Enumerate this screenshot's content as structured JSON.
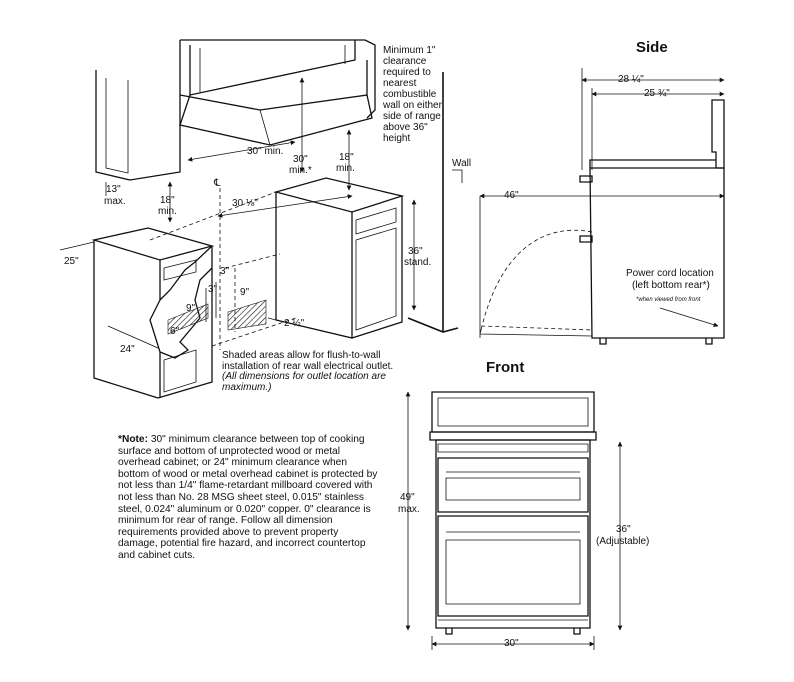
{
  "headings": {
    "side": "Side",
    "front": "Front"
  },
  "install": {
    "clearance_text": "Minimum 1\" clearance required to nearest combustible wall on either side of range above 36\" height",
    "wall": "Wall",
    "dim_30_min": "30\" min.",
    "dim_30_min_star_a": "30\"",
    "dim_30_min_star_b": "min.*",
    "dim_18_min_right_a": "18\"",
    "dim_18_min_right_b": "min.",
    "dim_18_min_left_a": "18\"",
    "dim_18_min_left_b": "min.",
    "dim_13_max_a": "13\"",
    "dim_13_max_b": "max.",
    "centerline": "℄",
    "dim_30_1_8": "30 ⅛\"",
    "dim_36_stand_a": "36\"",
    "dim_36_stand_b": "stand.",
    "dim_25": "25\"",
    "dim_24": "24\"",
    "dim_3_a": "3\"",
    "dim_3_b": "3\"",
    "dim_9_a": "9\"",
    "dim_9_b": "9\"",
    "dim_6": "6\"",
    "dim_2_1_2": "2 ½\"",
    "shaded_line1": "Shaded areas allow for flush-to-wall",
    "shaded_line2": "installation of rear wall electrical outlet.",
    "shaded_italic": "(All dimensions for outlet location are maximum.)"
  },
  "side": {
    "dim_28_1_4": "28 ¼\"",
    "dim_25_3_4": "25 ¾\"",
    "dim_46": "46\"",
    "power_cord_a": "Power cord location",
    "power_cord_b": "(left bottom rear*)",
    "viewed_from_front": "*when viewed from front"
  },
  "front": {
    "dim_49_a": "49\"",
    "dim_49_b": "max.",
    "dim_36_a": "36\"",
    "dim_36_b": "(Adjustable)",
    "dim_30": "30\""
  },
  "note": {
    "label": "*Note:",
    "text": "30\" minimum clearance between top of cooking surface and bottom of unprotected wood or metal overhead cabinet; or 24\" minimum clearance when bottom of wood or metal overhead cabinet is protected by not less than 1/4\" flame-retardant millboard covered with not less than No. 28 MSG sheet steel, 0.015\" stainless steel, 0.024\" aluminum or 0.020\" copper. 0\" clearance is minimum for rear of range. Follow all dimension requirements provided above to prevent property damage, potential fire hazard, and incorrect countertop and cabinet cuts."
  }
}
